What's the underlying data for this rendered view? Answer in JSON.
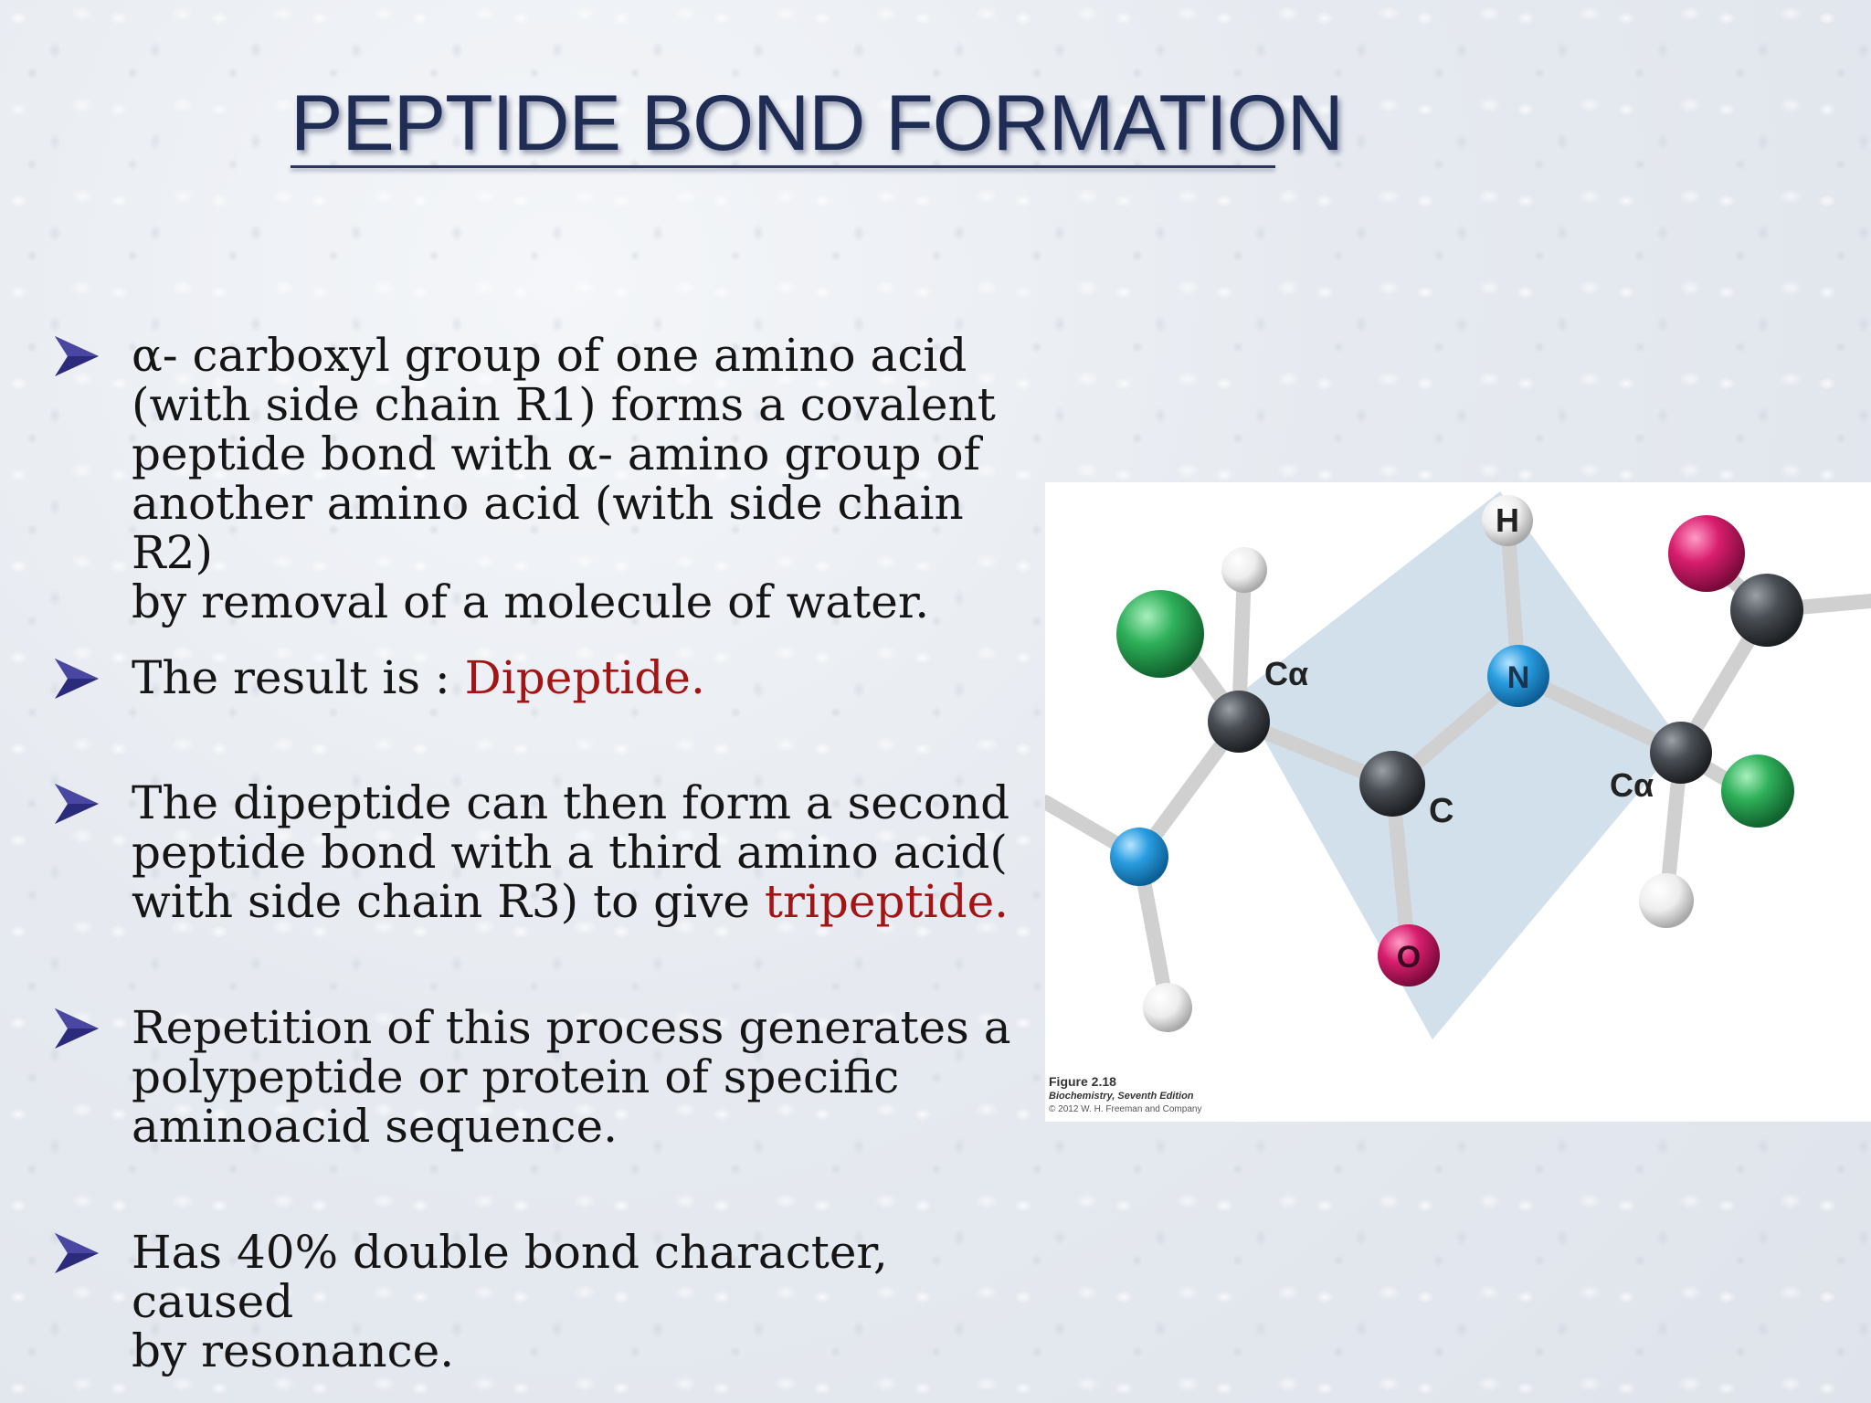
{
  "slide": {
    "title": "PEPTIDE BOND FORMATION",
    "bullets": [
      {
        "text": "α- carboxyl group of one amino acid\n(with side chain R1) forms a covalent\npeptide bond with α- amino group of\nanother amino acid (with side chain R2)\nby removal of a molecule of water.",
        "highlight": ""
      },
      {
        "text": "The result is : ",
        "highlight": "Dipeptide."
      },
      {
        "text": "The dipeptide can then form a second\npeptide bond with a third amino acid(\nwith side chain R3) to give ",
        "highlight": "tripeptide."
      },
      {
        "text": "Repetition of this process generates a\npolypeptide or protein of specific\naminoacid sequence.",
        "highlight": ""
      },
      {
        "text": "Has 40% double bond character, caused\nby resonance.",
        "highlight": ""
      }
    ],
    "colors": {
      "title": "#1f2d55",
      "bullet_arrow": "#2c2a7a",
      "highlight": "#a31515"
    },
    "icons": [
      "arrow-bullet-icon"
    ]
  },
  "figure": {
    "atom_labels": {
      "h": "H",
      "n": "N",
      "c_alpha_1": "Cα",
      "c": "C",
      "c_alpha_2": "Cα",
      "o": "O"
    },
    "atom_colors": {
      "carbon": "#4a4f55",
      "nitrogen": "#2a9de0",
      "oxygen": "#d81e6e",
      "hydrogen": "#ededed",
      "side_chain_green": "#2fb05a",
      "plane": "#c9dbe8"
    },
    "caption": {
      "figure": "Figure 2.18",
      "book": "Biochemistry, Seventh Edition",
      "copyright": "© 2012 W. H. Freeman and Company"
    }
  }
}
